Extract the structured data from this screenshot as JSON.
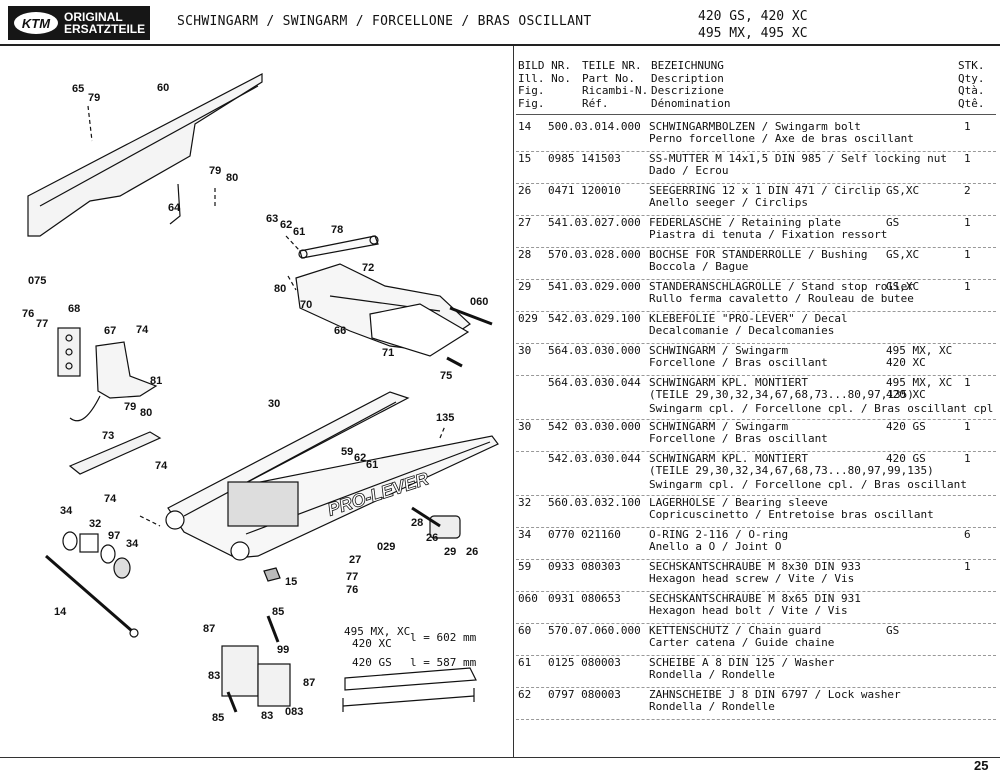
{
  "logo": {
    "brand": "KTM",
    "line1": "ORIGINAL",
    "line2": "ERSATZTEILE"
  },
  "title": "SCHWINGARM / SWINGARM / FORCELLONE / BRAS OSCILLANT",
  "models": {
    "line1": "420 GS, 420 XC",
    "line2": "495 MX, 495 XC"
  },
  "page_number": "25",
  "diagram": {
    "callouts": [
      "65",
      "79",
      "60",
      "79",
      "80",
      "64",
      "63",
      "62",
      "61",
      "78",
      "72",
      "80",
      "70",
      "075",
      "68",
      "76",
      "77",
      "67",
      "74",
      "81",
      "79",
      "80",
      "060",
      "66",
      "71",
      "75",
      "30",
      "135",
      "73",
      "74",
      "74",
      "59",
      "62",
      "61",
      "34",
      "32",
      "97",
      "34",
      "28",
      "26",
      "029",
      "29",
      "26",
      "27",
      "77",
      "76",
      "15",
      "14",
      "85",
      "87",
      "99",
      "83",
      "87",
      "85",
      "83",
      "083"
    ],
    "spec_models_a": "495 MX, XC",
    "spec_models_b": "420 XC",
    "spec_len_a": "l = 602 mm",
    "spec_models_c": "420 GS",
    "spec_len_c": "l = 587 mm",
    "decal_text": "PRO-LEVER"
  },
  "table_header": {
    "bild": [
      "BILD NR.",
      "Ill. No.",
      "Fig.",
      "Fig."
    ],
    "teile": [
      "TEILE NR.",
      "Part No.",
      "Ricambi-N.",
      "Réf."
    ],
    "bez": [
      "BEZEICHNUNG",
      "Description",
      "Descrizione",
      "Dénomination"
    ],
    "stk": [
      "STK.",
      "Qty.",
      "Qtà.",
      "Qtê."
    ]
  },
  "rows": [
    {
      "bild": "14",
      "part": "500.03.014.000",
      "l1": "SCHWINGARMBOLZEN / Swingarm bolt",
      "l2": "Perno forcellone / Axe de bras oscillant",
      "l3": "",
      "mod": "",
      "qty": "1"
    },
    {
      "bild": "15",
      "part": "0985 141503",
      "l1": "SS-MUTTER M 14x1,5 DIN 985 / Self locking nut",
      "l2": "Dado / Ecrou",
      "l3": "",
      "mod": "",
      "qty": "1"
    },
    {
      "bild": "26",
      "part": "0471 120010",
      "l1": "SEEGERRING 12 x 1 DIN 471 / Circlip",
      "l2": "Anello seeger / Circlips",
      "l3": "",
      "mod": "GS,XC",
      "qty": "2"
    },
    {
      "bild": "27",
      "part": "541.03.027.000",
      "l1": "FEDERLASCHE / Retaining plate",
      "l2": "Piastra di tenuta / Fixation ressort",
      "l3": "",
      "mod": "GS",
      "qty": "1"
    },
    {
      "bild": "28",
      "part": "570.03.028.000",
      "l1": "BOCHSE FOR STANDERROLLE / Bushing",
      "l2": "Boccola / Bague",
      "l3": "",
      "mod": "GS,XC",
      "qty": "1"
    },
    {
      "bild": "29",
      "part": "541.03.029.000",
      "l1": "STANDERANSCHLAGROLLE / Stand stop roller",
      "l2": "Rullo ferma cavaletto / Rouleau de butee",
      "l3": "",
      "mod": "GS,XC",
      "qty": "1"
    },
    {
      "bild": "029",
      "part": "542.03.029.100",
      "l1": "KLEBEFOLIE \"PRO-LEVER\" / Decal",
      "l2": "Decalcomanie / Decalcomanies",
      "l3": "",
      "mod": "",
      "qty": ""
    },
    {
      "bild": "30",
      "part": "564.03.030.000",
      "l1": "SCHWINGARM / Swingarm",
      "l2": "Forcellone / Bras oscillant",
      "l3": "",
      "mod": "495 MX, XC",
      "mod2": "420 XC",
      "qty": ""
    },
    {
      "bild": "",
      "part": "564.03.030.044",
      "l1": "SCHWINGARM KPL. MONTIERT",
      "l2": "(TEILE 29,30,32,34,67,68,73...80,97,135)",
      "l3": "Swingarm cpl. / Forcellone cpl. / Bras oscillant cpl",
      "mod": "495 MX, XC",
      "mod2": "420 XC",
      "qty": "1"
    },
    {
      "bild": "30",
      "part": "542 03.030.000",
      "l1": "SCHWINGARM / Swingarm",
      "l2": "Forcellone / Bras oscillant",
      "l3": "",
      "mod": "420 GS",
      "qty": "1"
    },
    {
      "bild": "",
      "part": "542.03.030.044",
      "l1": "SCHWINGARM KPL. MONTIERT",
      "l2": "(TEILE 29,30,32,34,67,68,73...80,97,99,135)",
      "l3": "Swingarm cpl. / Forcellone cpl. / Bras oscillant",
      "mod": "420 GS",
      "qty": "1"
    },
    {
      "bild": "32",
      "part": "560.03.032.100",
      "l1": "LAGERHOLSE / Bearing sleeve",
      "l2": "Copricuscinetto / Entretoise bras oscillant",
      "l3": "",
      "mod": "",
      "qty": ""
    },
    {
      "bild": "34",
      "part": "0770 021160",
      "l1": "O-RING 2-116 / O-ring",
      "l2": "Anello a O / Joint O",
      "l3": "",
      "mod": "",
      "qty": "6"
    },
    {
      "bild": "59",
      "part": "0933 080303",
      "l1": "SECHSKANTSCHRAUBE M 8x30 DIN 933",
      "l2": "Hexagon head screw / Vite / Vis",
      "l3": "",
      "mod": "",
      "qty": "1"
    },
    {
      "bild": "060",
      "part": "0931 080653",
      "l1": "SECHSKANTSCHRAUBE M 8x65 DIN 931",
      "l2": "Hexagon head bolt / Vite / Vis",
      "l3": "",
      "mod": "",
      "qty": ""
    },
    {
      "bild": "60",
      "part": "570.07.060.000",
      "l1": "KETTENSCHUTZ / Chain guard",
      "l2": "Carter catena / Guide chaine",
      "l3": "",
      "mod": "GS",
      "qty": ""
    },
    {
      "bild": "61",
      "part": "0125 080003",
      "l1": "SCHEIBE A 8 DIN 125 / Washer",
      "l2": "Rondella / Rondelle",
      "l3": "",
      "mod": "",
      "qty": ""
    },
    {
      "bild": "62",
      "part": "0797 080003",
      "l1": "ZAHNSCHEIBE J 8 DIN 6797 / Lock washer",
      "l2": "Rondella / Rondelle",
      "l3": "",
      "mod": "",
      "qty": ""
    }
  ]
}
